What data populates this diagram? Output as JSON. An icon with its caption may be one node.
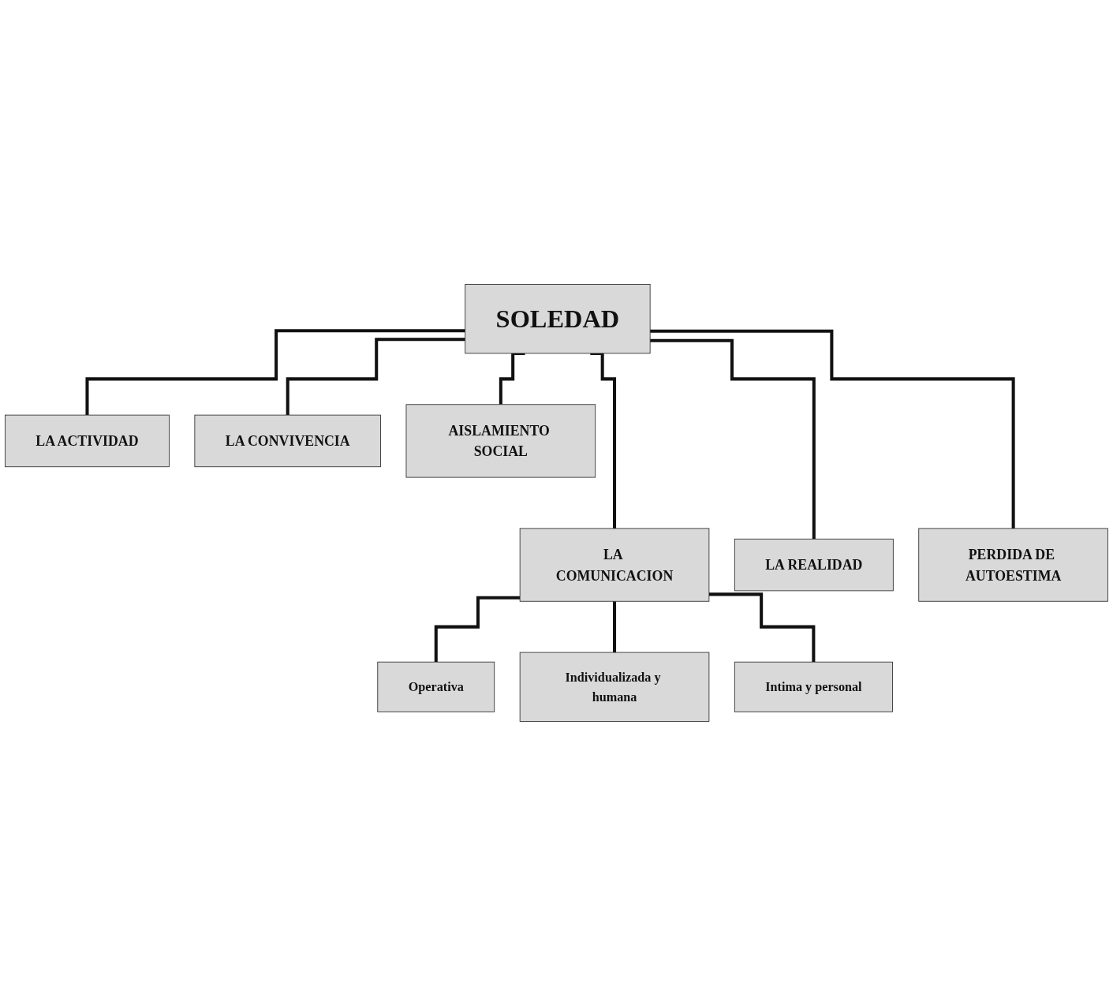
{
  "diagram": {
    "nodes": [
      {
        "text": [
          "SOLEDAD"
        ]
      },
      {
        "text": [
          "LA ACTIVIDAD"
        ]
      },
      {
        "text": [
          "LA CONVIVENCIA"
        ]
      },
      {
        "text": [
          "AISLAMIENTO SOCIAL"
        ]
      },
      {
        "text": [
          "LA COMUNICACION"
        ]
      },
      {
        "text": [
          "LA REALIDAD"
        ]
      },
      {
        "text": [
          "PERDIDA DE AUTOESTIMA"
        ]
      },
      {
        "text": [
          "Operativa"
        ]
      },
      {
        "text": [
          "Individualizada y humana"
        ]
      },
      {
        "text": [
          "Intima y personal"
        ]
      }
    ],
    "edges": [
      {
        "from": 0,
        "to": 4,
        "arrow": "none"
      },
      {
        "from": 0,
        "to": 1,
        "arrow": "none"
      },
      {
        "from": 0,
        "to": 5,
        "arrow": "none"
      },
      {
        "from": 0,
        "to": 2,
        "arrow": "none"
      },
      {
        "from": 0,
        "to": 6,
        "arrow": "none"
      },
      {
        "from": 0,
        "to": 3,
        "arrow": "none"
      },
      {
        "from": 4,
        "to": 7,
        "arrow": "none"
      },
      {
        "from": 4,
        "to": 8,
        "arrow": "none"
      },
      {
        "from": 4,
        "to": 9,
        "arrow": "none"
      }
    ]
  }
}
